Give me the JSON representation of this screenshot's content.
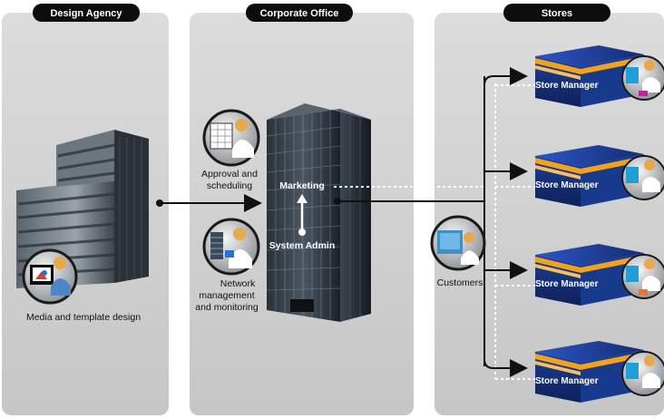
{
  "sections": {
    "design_agency": "Design Agency",
    "corporate_office": "Corporate Office",
    "stores": "Stores"
  },
  "agency": {
    "caption": "Media and template design"
  },
  "corporate": {
    "approval_line1": "Approval and",
    "approval_line2": "scheduling",
    "network_line1": "Network",
    "network_line2": "management",
    "network_line3": "and monitoring",
    "building_marketing": "Marketing",
    "building_sysadmin": "System Admin"
  },
  "stores": {
    "customers": "Customers",
    "store_label": "Store Manager"
  },
  "colors": {
    "panel": "#d2d2d3",
    "pill": "#0d0d0d",
    "store_blue": "#1d3f9a",
    "store_orange": "#f2a21d",
    "skin": "#e8a84c"
  },
  "icons": [
    "building-icon",
    "office-tower-icon",
    "store-icon",
    "person-at-screen-icon",
    "arrow-icon"
  ]
}
